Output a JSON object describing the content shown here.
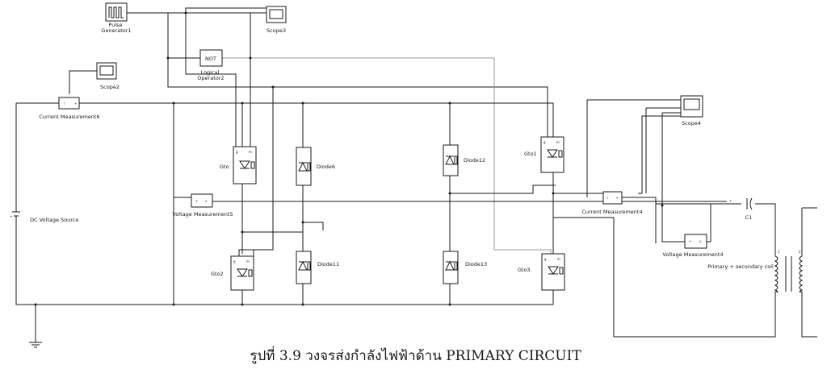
{
  "diagram": {
    "blocks": {
      "pulse_generator": "Pulse\nGenerator1",
      "scope3": "Scope3",
      "not_gate": "NOT",
      "logical_operator": "Logical\nOperator2",
      "scope2": "Scope2",
      "current_meas_6": "Current Measurement6",
      "dc_source": "DC Voltage Source",
      "voltage_meas_5": "Voltage Measurement5",
      "gto": "Gto",
      "gto1": "Gto1",
      "gto2": "Gto2",
      "gto3": "Gto3",
      "diode6": "Diode6",
      "diode11": "Diode11",
      "diode12": "Diode12",
      "diode13": "Diode13",
      "scope4": "Scope4",
      "current_meas_4": "Current Measurement4",
      "voltage_meas_4": "Voltage Measurement4",
      "capacitor": "C1",
      "transformer": "Primary + secondary coil"
    }
  },
  "caption": "รูปที่ 3.9 วงจรส่งกำลังไฟฟ้าด้าน PRIMARY CIRCUIT"
}
